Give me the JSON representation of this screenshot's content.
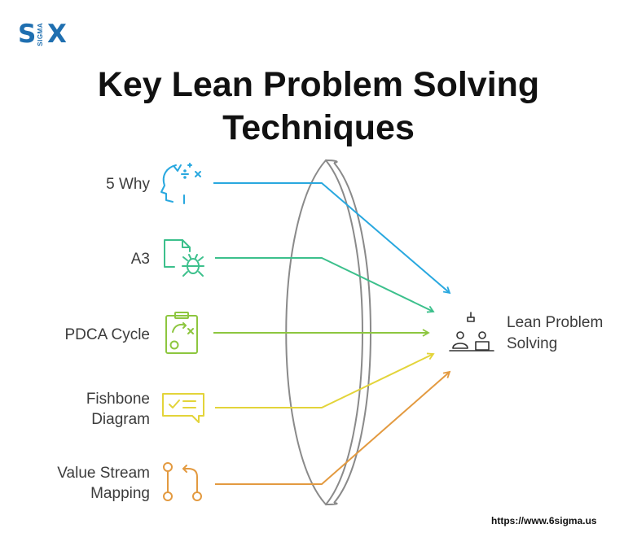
{
  "logo": {
    "s": "S",
    "sigma": "SIGMA",
    "x": "X"
  },
  "title": "Key Lean Problem Solving\nTechniques",
  "techniques": [
    {
      "label": "5 Why",
      "icon": "head-math-icon",
      "color": "#29a8df"
    },
    {
      "label": "A3",
      "icon": "document-bug-icon",
      "color": "#3cc08c"
    },
    {
      "label": "PDCA Cycle",
      "icon": "clipboard-plan-icon",
      "color": "#8dc63f"
    },
    {
      "label": "Fishbone\nDiagram",
      "icon": "checklist-bubble-icon",
      "color": "#e3d43a"
    },
    {
      "label": "Value Stream\nMapping",
      "icon": "flow-nodes-icon",
      "color": "#e39a40"
    }
  ],
  "outcome": {
    "label": "Lean Problem\nSolving",
    "icon": "team-lamp-icon"
  },
  "footer": {
    "url": "https://www.6sigma.us"
  }
}
